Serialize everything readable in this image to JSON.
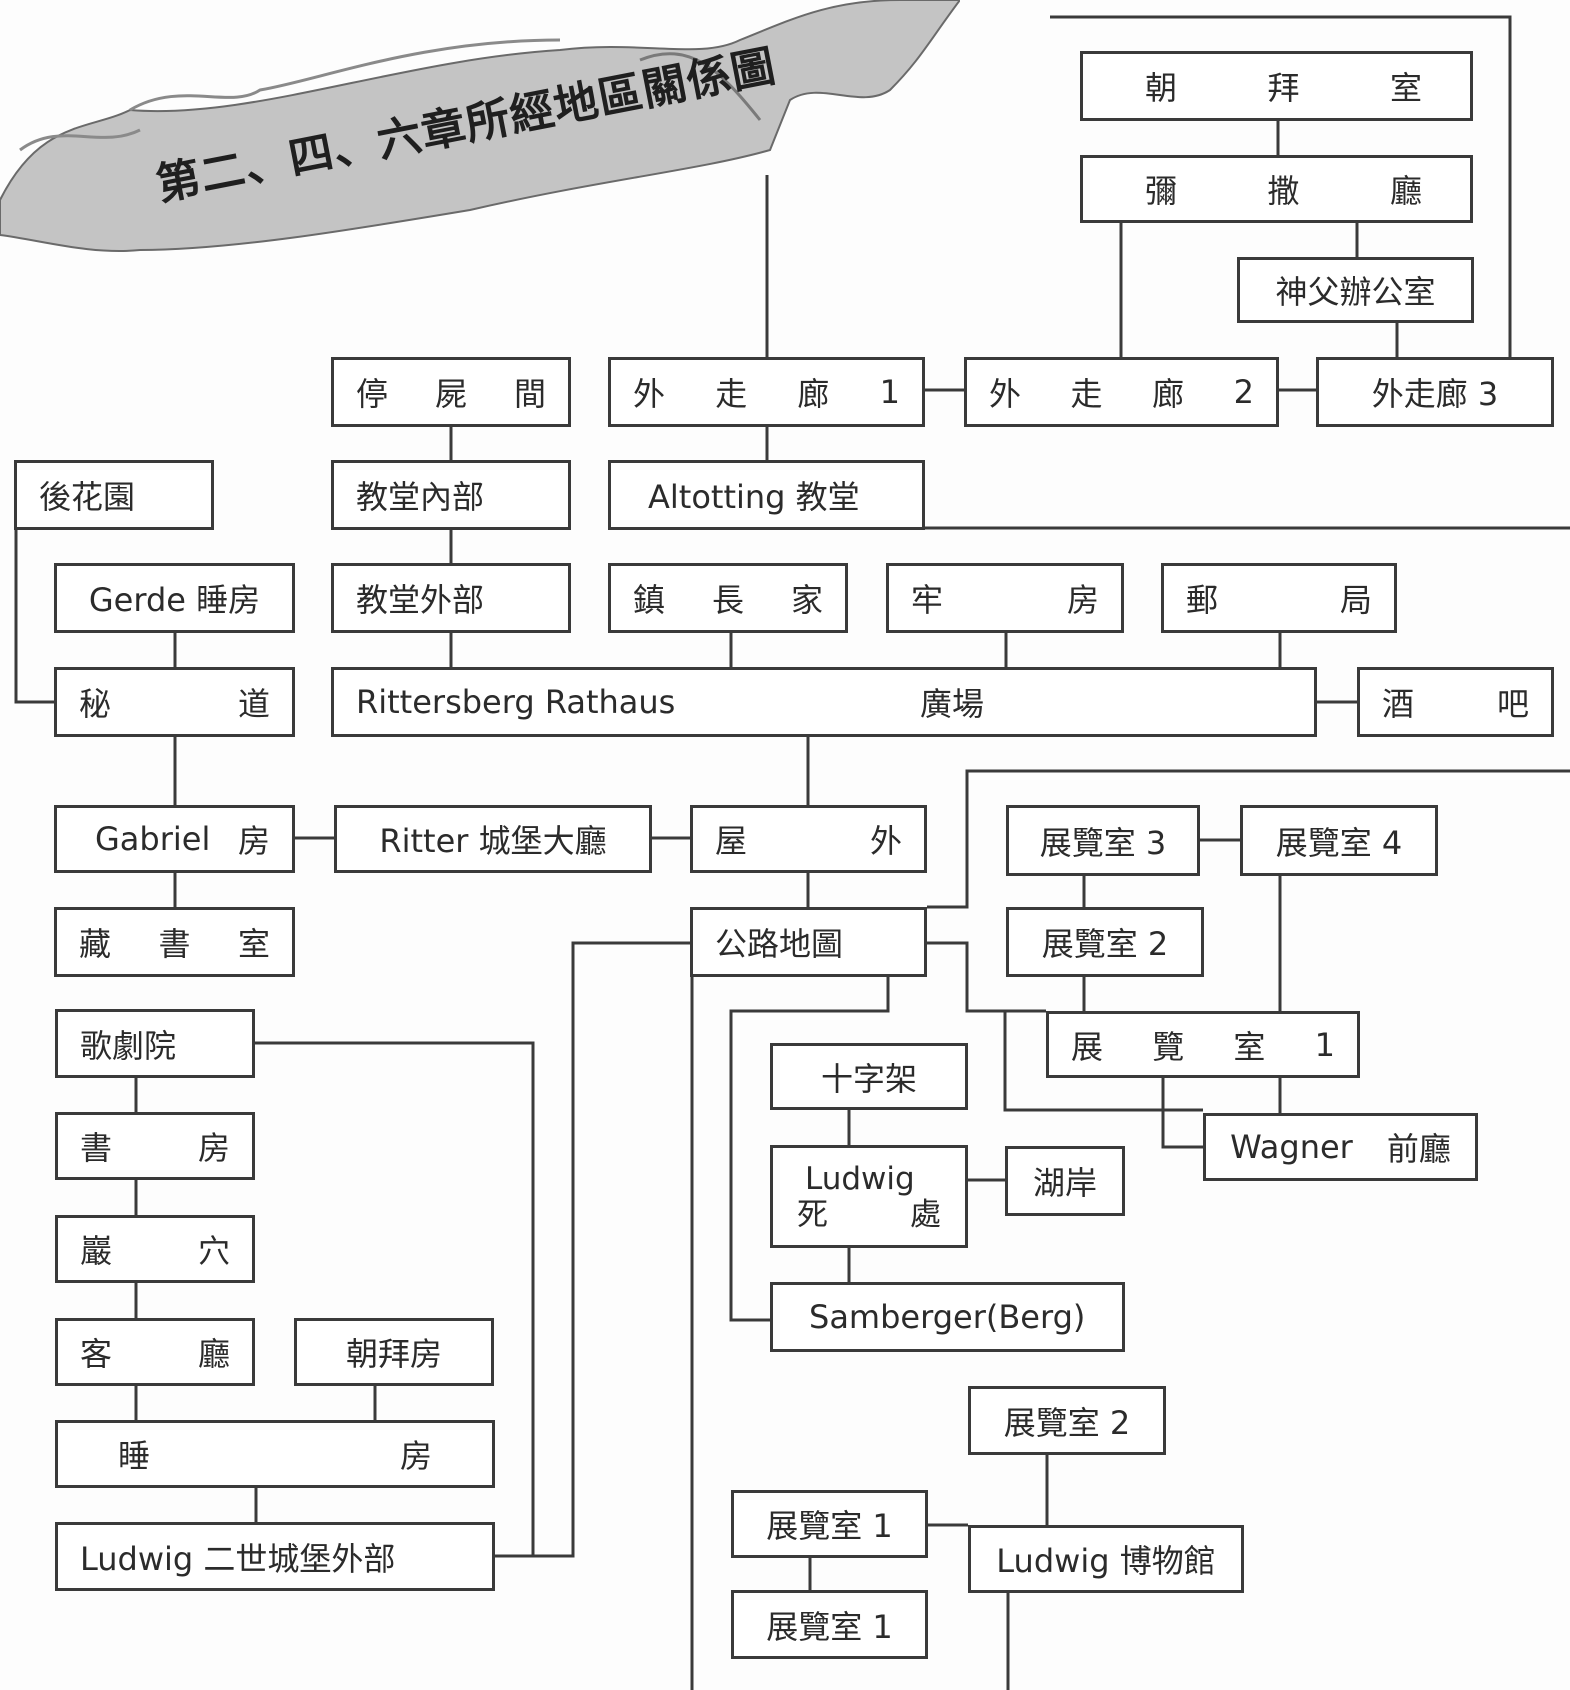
{
  "title": "第二、四、六章所經地區關係圖",
  "nodes": {
    "chapel": [
      "朝",
      "拜",
      "室"
    ],
    "mass_hall": [
      "彌",
      "撒",
      "廳"
    ],
    "priest_office": [
      "神父辦公室"
    ],
    "outer_corridor_1": [
      "外",
      "走",
      "廊",
      "1"
    ],
    "outer_corridor_2": [
      "外",
      "走",
      "廊",
      "2"
    ],
    "outer_corridor_3": [
      "外走廊 3"
    ],
    "morgue": [
      "停",
      "屍",
      "間"
    ],
    "church_inside": [
      "教堂內部"
    ],
    "church_outside": [
      "教堂外部"
    ],
    "altotting_church": [
      "Altotting 教堂"
    ],
    "back_garden": [
      "後花園"
    ],
    "gerde_bedroom": [
      "Gerde 睡房"
    ],
    "secret_passage": [
      "秘",
      "道"
    ],
    "mayor_house": [
      "鎮",
      "長",
      "家"
    ],
    "prison": [
      "牢",
      "房"
    ],
    "post_office": [
      "郵",
      "局"
    ],
    "rittersberg_square": [
      "Rittersberg Rathaus",
      "廣場"
    ],
    "bar": [
      "酒",
      "吧"
    ],
    "gabriel_room": [
      "Gabriel",
      "房"
    ],
    "ritter_hall": [
      "Ritter 城堡大廳"
    ],
    "outdoors": [
      "屋",
      "外"
    ],
    "library": [
      "藏",
      "書",
      "室"
    ],
    "road_map": [
      "公路地圖"
    ],
    "exhibit_3": [
      "展覽室 3"
    ],
    "exhibit_4": [
      "展覽室 4"
    ],
    "exhibit_2_top": [
      "展覽室 2"
    ],
    "exhibit_1_top": [
      "展",
      "覽",
      "室",
      "1"
    ],
    "wagner_lobby": [
      "Wagner",
      "前廳"
    ],
    "opera_house": [
      "歌劇院"
    ],
    "study": [
      "書",
      "房"
    ],
    "cave": [
      "巖",
      "穴"
    ],
    "living_room": [
      "客",
      "廳"
    ],
    "worship_room": [
      "朝拜房"
    ],
    "bedroom": [
      "睡",
      "房"
    ],
    "ludwig_castle_outside": [
      "Ludwig 二世城堡外部"
    ],
    "cross": [
      "十字架"
    ],
    "ludwig_death": [
      "Ludwig",
      "死",
      "處"
    ],
    "lakeshore": [
      "湖岸"
    ],
    "samberger": [
      "Samberger(Berg)"
    ],
    "museum_exhibit_2": [
      "展覽室 2"
    ],
    "museum_exhibit_1a": [
      "展覽室 1"
    ],
    "museum_exhibit_1b": [
      "展覽室 1"
    ],
    "ludwig_museum": [
      "Ludwig 博物館"
    ]
  },
  "colors": {
    "line": "#3a3a3a",
    "box_border": "#3a3a3a",
    "text": "#2b2b2b",
    "banner": "#b8b8b8"
  }
}
